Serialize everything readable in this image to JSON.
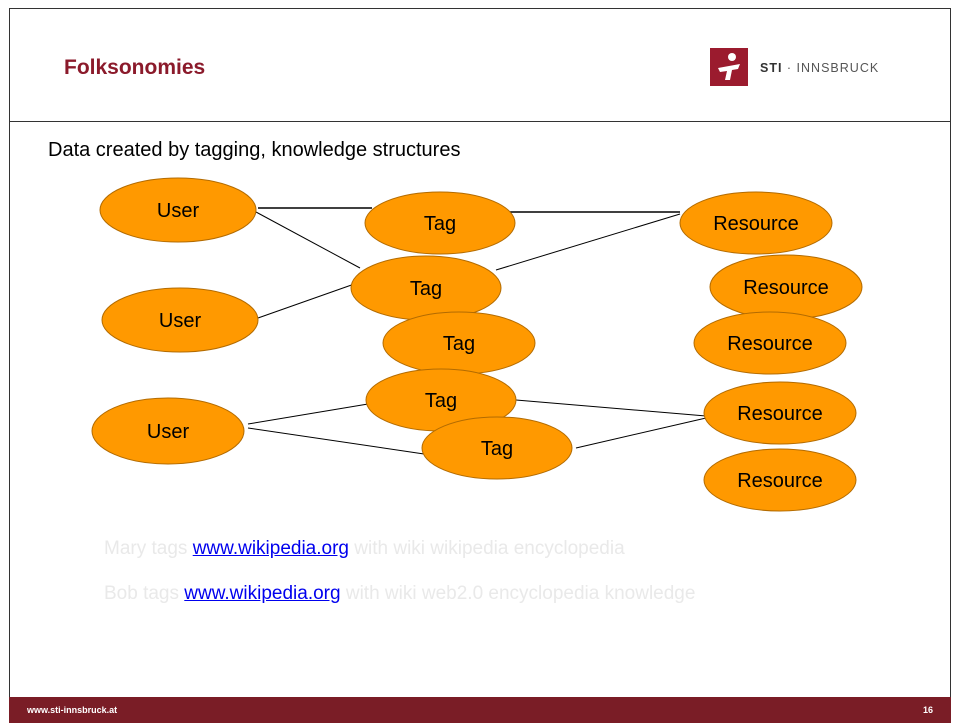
{
  "slide": {
    "title": "Folksonomies",
    "subtitle": "Data created by tagging, knowledge structures"
  },
  "logo": {
    "text_bold": "STI",
    "text_rest": " · INNSBRUCK"
  },
  "diagram": {
    "nodes": [
      {
        "id": "user1",
        "label": "User",
        "type": "user"
      },
      {
        "id": "user2",
        "label": "User",
        "type": "user"
      },
      {
        "id": "user3",
        "label": "User",
        "type": "user"
      },
      {
        "id": "tag1",
        "label": "Tag",
        "type": "tag"
      },
      {
        "id": "tag2",
        "label": "Tag",
        "type": "tag"
      },
      {
        "id": "tag3",
        "label": "Tag",
        "type": "tag"
      },
      {
        "id": "tag4",
        "label": "Tag",
        "type": "tag"
      },
      {
        "id": "tag5",
        "label": "Tag",
        "type": "tag"
      },
      {
        "id": "res1",
        "label": "Resource",
        "type": "resource"
      },
      {
        "id": "res2",
        "label": "Resource",
        "type": "resource"
      },
      {
        "id": "res3",
        "label": "Resource",
        "type": "resource"
      },
      {
        "id": "res4",
        "label": "Resource",
        "type": "resource"
      },
      {
        "id": "res5",
        "label": "Resource",
        "type": "resource"
      }
    ],
    "edges": [
      [
        "user1",
        "tag1"
      ],
      [
        "user1",
        "tag2"
      ],
      [
        "user2",
        "tag2"
      ],
      [
        "tag1",
        "res1"
      ],
      [
        "tag2",
        "res1"
      ],
      [
        "user3",
        "tag4"
      ],
      [
        "user3",
        "tag5"
      ],
      [
        "tag4",
        "res4"
      ],
      [
        "tag5",
        "res4"
      ]
    ],
    "node_fill": "#ff9900",
    "edge_color": "#000000"
  },
  "captions": {
    "line1_pre": "Mary tags ",
    "line1_link": "www.wikipedia.org",
    "line1_post": " with wiki wikipedia encyclopedia",
    "line2_pre": "Bob tags ",
    "line2_link": "www.wikipedia.org",
    "line2_post": " with wiki web2.0 encyclopedia knowledge"
  },
  "footer": {
    "url": "www.sti-innsbruck.at",
    "page_number": "16"
  }
}
